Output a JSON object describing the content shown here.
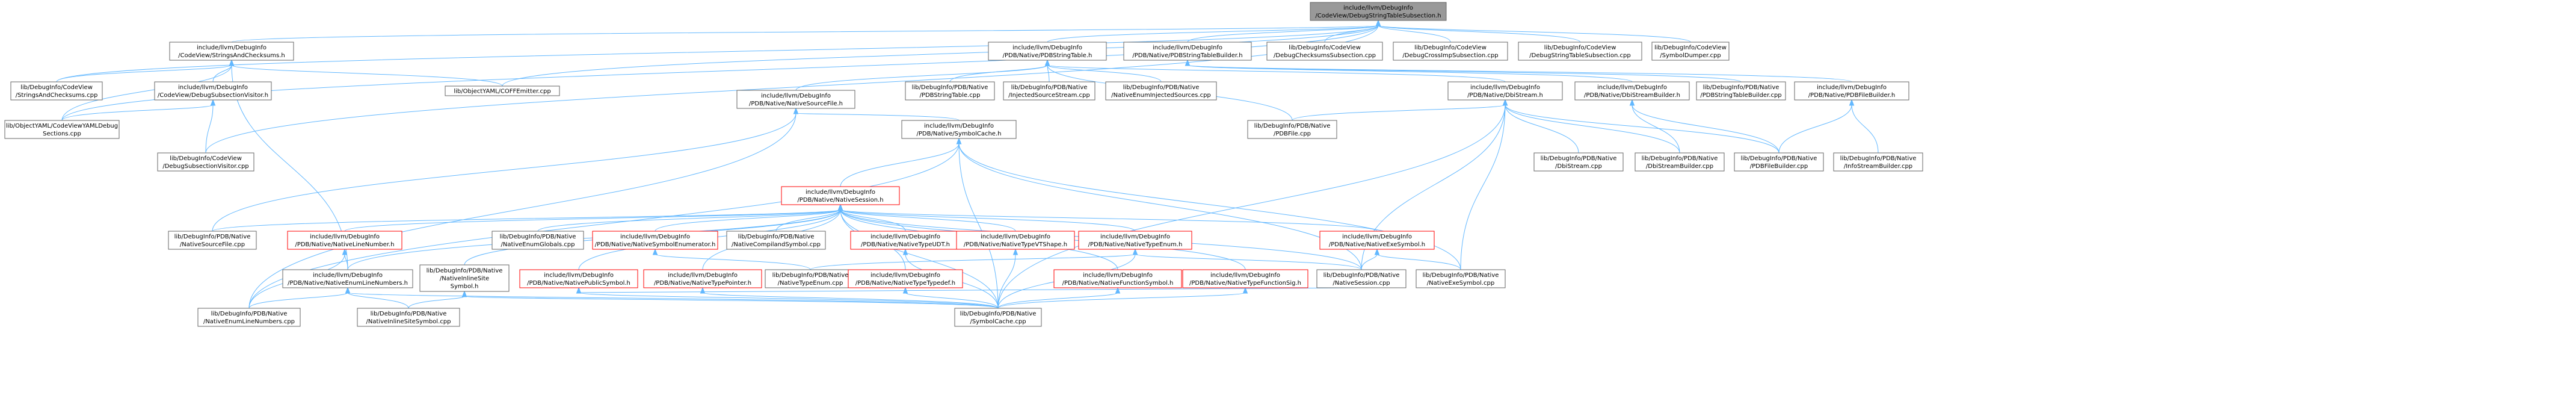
{
  "colors": {
    "edge": "#63b8ff",
    "node_border": "#666666",
    "root_fill": "#999999",
    "incomplete_border": "#ff0000"
  },
  "nodes": [
    {
      "id": "root",
      "lines": [
        "include/llvm/DebugInfo",
        "/CodeView/DebugStringTableSubsection.h"
      ],
      "style": "grey"
    },
    {
      "id": "cv_strs",
      "lines": [
        "include/llvm/DebugInfo",
        "/CodeView/StringsAndChecksums.h"
      ],
      "style": "white"
    },
    {
      "id": "pdb_strtab",
      "lines": [
        "include/llvm/DebugInfo",
        "/PDB/Native/PDBStringTable.h"
      ],
      "style": "white"
    },
    {
      "id": "pdb_strtabb",
      "lines": [
        "include/llvm/DebugInfo",
        "/PDB/Native/PDBStringTableBuilder.h"
      ],
      "style": "white"
    },
    {
      "id": "cv_dcs",
      "lines": [
        "lib/DebugInfo/CodeView",
        "/DebugChecksumsSubsection.cpp"
      ],
      "style": "white"
    },
    {
      "id": "cv_dcis",
      "lines": [
        "lib/DebugInfo/CodeView",
        "/DebugCrossImpSubsection.cpp"
      ],
      "style": "white"
    },
    {
      "id": "cv_dsts",
      "lines": [
        "lib/DebugInfo/CodeView",
        "/DebugStringTableSubsection.cpp"
      ],
      "style": "white"
    },
    {
      "id": "cv_symd",
      "lines": [
        "lib/DebugInfo/CodeView",
        "/SymbolDumper.cpp"
      ],
      "style": "white"
    },
    {
      "id": "cv_strs_cpp",
      "lines": [
        "lib/DebugInfo/CodeView",
        "/StringsAndChecksums.cpp"
      ],
      "style": "white"
    },
    {
      "id": "cv_dsv",
      "lines": [
        "include/llvm/DebugInfo",
        "/CodeView/DebugSubsectionVisitor.h"
      ],
      "style": "white"
    },
    {
      "id": "coff_emit",
      "lines": [
        "lib/ObjectYAML/COFFEmitter.cpp"
      ],
      "style": "white"
    },
    {
      "id": "nsf_h",
      "lines": [
        "include/llvm/DebugInfo",
        "/PDB/Native/NativeSourceFile.h"
      ],
      "style": "white"
    },
    {
      "id": "pdbstrtab_cpp",
      "lines": [
        "lib/DebugInfo/PDB/Native",
        "/PDBStringTable.cpp"
      ],
      "style": "white"
    },
    {
      "id": "injsrc_cpp",
      "lines": [
        "lib/DebugInfo/PDB/Native",
        "/InjectedSourceStream.cpp"
      ],
      "style": "white"
    },
    {
      "id": "nenuminj_cpp",
      "lines": [
        "lib/DebugInfo/PDB/Native",
        "/NativeEnumInjectedSources.cpp"
      ],
      "style": "white"
    },
    {
      "id": "dbistream_h",
      "lines": [
        "include/llvm/DebugInfo",
        "/PDB/Native/DbiStream.h"
      ],
      "style": "white"
    },
    {
      "id": "dbisb_h",
      "lines": [
        "include/llvm/DebugInfo",
        "/PDB/Native/DbiStreamBuilder.h"
      ],
      "style": "white"
    },
    {
      "id": "pdbstrtabb_cpp",
      "lines": [
        "lib/DebugInfo/PDB/Native",
        "/PDBStringTableBuilder.cpp"
      ],
      "style": "white"
    },
    {
      "id": "pdbfileb_h",
      "lines": [
        "include/llvm/DebugInfo",
        "/PDB/Native/PDBFileBuilder.h"
      ],
      "style": "white"
    },
    {
      "id": "cocv_yaml",
      "lines": [
        "lib/ObjectYAML/CodeViewYAMLDebug",
        "Sections.cpp"
      ],
      "style": "white"
    },
    {
      "id": "dsv_cpp",
      "lines": [
        "lib/DebugInfo/CodeView",
        "/DebugSubsectionVisitor.cpp"
      ],
      "style": "white"
    },
    {
      "id": "symcache_h",
      "lines": [
        "include/llvm/DebugInfo",
        "/PDB/Native/SymbolCache.h"
      ],
      "style": "white"
    },
    {
      "id": "pdbfile_cpp",
      "lines": [
        "lib/DebugInfo/PDB/Native",
        "/PDBFile.cpp"
      ],
      "style": "white"
    },
    {
      "id": "dbistream_cpp",
      "lines": [
        "lib/DebugInfo/PDB/Native",
        "/DbiStream.cpp"
      ],
      "style": "white"
    },
    {
      "id": "dbisb_cpp",
      "lines": [
        "lib/DebugInfo/PDB/Native",
        "/DbiStreamBuilder.cpp"
      ],
      "style": "white"
    },
    {
      "id": "pdbfileb_cpp",
      "lines": [
        "lib/DebugInfo/PDB/Native",
        "/PDBFileBuilder.cpp"
      ],
      "style": "white"
    },
    {
      "id": "infosb_cpp",
      "lines": [
        "lib/DebugInfo/PDB/Native",
        "/InfoStreamBuilder.cpp"
      ],
      "style": "white"
    },
    {
      "id": "nsession_h",
      "lines": [
        "include/llvm/DebugInfo",
        "/PDB/Native/NativeSession.h"
      ],
      "style": "red"
    },
    {
      "id": "nsf_cpp",
      "lines": [
        "lib/DebugInfo/PDB/Native",
        "/NativeSourceFile.cpp"
      ],
      "style": "white"
    },
    {
      "id": "nlinenum_h",
      "lines": [
        "include/llvm/DebugInfo",
        "/PDB/Native/NativeLineNumber.h"
      ],
      "style": "red"
    },
    {
      "id": "nenumglob_cpp",
      "lines": [
        "lib/DebugInfo/PDB/Native",
        "/NativeEnumGlobals.cpp"
      ],
      "style": "white"
    },
    {
      "id": "nsymenum_h",
      "lines": [
        "include/llvm/DebugInfo",
        "/PDB/Native/NativeSymbolEnumerator.h"
      ],
      "style": "red"
    },
    {
      "id": "ncompsym_cpp",
      "lines": [
        "lib/DebugInfo/PDB/Native",
        "/NativeCompilandSymbol.cpp"
      ],
      "style": "white"
    },
    {
      "id": "ntypeudt_h",
      "lines": [
        "include/llvm/DebugInfo",
        "/PDB/Native/NativeTypeUDT.h"
      ],
      "style": "red"
    },
    {
      "id": "ntypevt_h",
      "lines": [
        "include/llvm/DebugInfo",
        "/PDB/Native/NativeTypeVTShape.h"
      ],
      "style": "red"
    },
    {
      "id": "ntypeenum_h",
      "lines": [
        "include/llvm/DebugInfo",
        "/PDB/Native/NativeTypeEnum.h"
      ],
      "style": "red"
    },
    {
      "id": "nexesym_h",
      "lines": [
        "include/llvm/DebugInfo",
        "/PDB/Native/NativeExeSymbol.h"
      ],
      "style": "red"
    },
    {
      "id": "nenumline_h",
      "lines": [
        "include/llvm/DebugInfo",
        "/PDB/Native/NativeEnumLineNumbers.h"
      ],
      "style": "white"
    },
    {
      "id": "ninline_cpp",
      "lines": [
        "lib/DebugInfo/PDB/Native",
        "/NativeInlineSite",
        "Symbol.h"
      ],
      "style": "white"
    },
    {
      "id": "npubsym_h",
      "lines": [
        "include/llvm/DebugInfo",
        "/PDB/Native/NativePublicSymbol.h"
      ],
      "style": "red"
    },
    {
      "id": "ntypeptr_h",
      "lines": [
        "include/llvm/DebugInfo",
        "/PDB/Native/NativeTypePointer.h"
      ],
      "style": "red"
    },
    {
      "id": "ntypeenum_cpp",
      "lines": [
        "lib/DebugInfo/PDB/Native",
        "/NativeTypeEnum.cpp"
      ],
      "style": "white"
    },
    {
      "id": "ntypetd_h",
      "lines": [
        "include/llvm/DebugInfo",
        "/PDB/Native/NativeTypeTypedef.h"
      ],
      "style": "red"
    },
    {
      "id": "nfuncsym_h",
      "lines": [
        "include/llvm/DebugInfo",
        "/PDB/Native/NativeFunctionSymbol.h"
      ],
      "style": "red"
    },
    {
      "id": "ntypefs_h",
      "lines": [
        "include/llvm/DebugInfo",
        "/PDB/Native/NativeTypeFunctionSig.h"
      ],
      "style": "red"
    },
    {
      "id": "nsession_cpp",
      "lines": [
        "lib/DebugInfo/PDB/Native",
        "/NativeSession.cpp"
      ],
      "style": "white"
    },
    {
      "id": "nexesym_cpp",
      "lines": [
        "lib/DebugInfo/PDB/Native",
        "/NativeExeSymbol.cpp"
      ],
      "style": "white"
    },
    {
      "id": "nenumline_cpp",
      "lines": [
        "lib/DebugInfo/PDB/Native",
        "/NativeEnumLineNumbers.cpp"
      ],
      "style": "white"
    },
    {
      "id": "ninlinesym_cpp",
      "lines": [
        "lib/DebugInfo/PDB/Native",
        "/NativeInlineSiteSymbol.cpp"
      ],
      "style": "white"
    },
    {
      "id": "symcache_cpp",
      "lines": [
        "lib/DebugInfo/PDB/Native",
        "/SymbolCache.cpp"
      ],
      "style": "white"
    }
  ],
  "edges": [
    [
      "cv_strs",
      "root"
    ],
    [
      "pdb_strtab",
      "root"
    ],
    [
      "pdb_strtabb",
      "root"
    ],
    [
      "cv_dcs",
      "root"
    ],
    [
      "cv_dcis",
      "root"
    ],
    [
      "cv_dsts",
      "root"
    ],
    [
      "cv_symd",
      "root"
    ],
    [
      "coff_emit",
      "root"
    ],
    [
      "cocv_yaml",
      "root"
    ],
    [
      "dsv_cpp",
      "root"
    ],
    [
      "cv_strs_cpp",
      "root"
    ],
    [
      "cv_strs_cpp",
      "cv_strs"
    ],
    [
      "cv_dsv",
      "cv_strs"
    ],
    [
      "coff_emit",
      "cv_strs"
    ],
    [
      "cocv_yaml",
      "cv_strs"
    ],
    [
      "nenumline_h",
      "cv_strs"
    ],
    [
      "nsf_h",
      "pdb_strtab"
    ],
    [
      "pdbstrtab_cpp",
      "pdb_strtab"
    ],
    [
      "injsrc_cpp",
      "pdb_strtab"
    ],
    [
      "nenuminj_cpp",
      "pdb_strtab"
    ],
    [
      "dbistream_h",
      "pdb_strtab"
    ],
    [
      "pdbfile_cpp",
      "pdb_strtab"
    ],
    [
      "dbisb_h",
      "pdb_strtabb"
    ],
    [
      "pdbstrtabb_cpp",
      "pdb_strtabb"
    ],
    [
      "pdbfileb_h",
      "pdb_strtabb"
    ],
    [
      "dsv_cpp",
      "cv_dsv"
    ],
    [
      "cocv_yaml",
      "cv_dsv"
    ],
    [
      "symcache_h",
      "nsf_h"
    ],
    [
      "nsf_cpp",
      "nsf_h"
    ],
    [
      "nenumline_cpp",
      "nsf_h"
    ],
    [
      "pdbfile_cpp",
      "dbistream_h"
    ],
    [
      "dbistream_cpp",
      "dbistream_h"
    ],
    [
      "dbisb_cpp",
      "dbistream_h"
    ],
    [
      "pdbfileb_cpp",
      "dbistream_h"
    ],
    [
      "nsession_cpp",
      "dbistream_h"
    ],
    [
      "nexesym_cpp",
      "dbistream_h"
    ],
    [
      "symcache_cpp",
      "dbistream_h"
    ],
    [
      "dbisb_cpp",
      "dbisb_h"
    ],
    [
      "pdbfileb_cpp",
      "dbisb_h"
    ],
    [
      "pdbfileb_cpp",
      "pdbfileb_h"
    ],
    [
      "infosb_cpp",
      "pdbfileb_h"
    ],
    [
      "nsession_h",
      "symcache_h"
    ],
    [
      "nsession_cpp",
      "symcache_h"
    ],
    [
      "nexesym_cpp",
      "symcache_h"
    ],
    [
      "symcache_cpp",
      "symcache_h"
    ],
    [
      "nenumline_cpp",
      "symcache_h"
    ],
    [
      "nsf_cpp",
      "nsession_h"
    ],
    [
      "nlinenum_h",
      "nsession_h"
    ],
    [
      "nenumglob_cpp",
      "nsession_h"
    ],
    [
      "nsymenum_h",
      "nsession_h"
    ],
    [
      "ncompsym_cpp",
      "nsession_h"
    ],
    [
      "ntypeudt_h",
      "nsession_h"
    ],
    [
      "ntypevt_h",
      "nsession_h"
    ],
    [
      "ntypeenum_h",
      "nsession_h"
    ],
    [
      "nexesym_h",
      "nsession_h"
    ],
    [
      "nenumline_h",
      "nsession_h"
    ],
    [
      "ninline_cpp",
      "nsession_h"
    ],
    [
      "npubsym_h",
      "nsession_h"
    ],
    [
      "ntypeptr_h",
      "nsession_h"
    ],
    [
      "ntypetd_h",
      "nsession_h"
    ],
    [
      "nfuncsym_h",
      "nsession_h"
    ],
    [
      "ntypefs_h",
      "nsession_h"
    ],
    [
      "nsession_cpp",
      "nsession_h"
    ],
    [
      "symcache_cpp",
      "nsession_h"
    ],
    [
      "nenumline_h",
      "nlinenum_h"
    ],
    [
      "nenumline_cpp",
      "nlinenum_h"
    ],
    [
      "ntypeenum_cpp",
      "nsymenum_h"
    ],
    [
      "symcache_cpp",
      "ntypeudt_h"
    ],
    [
      "symcache_cpp",
      "ntypevt_h"
    ],
    [
      "ntypeenum_cpp",
      "ntypeenum_h"
    ],
    [
      "nsession_cpp",
      "ntypeenum_h"
    ],
    [
      "symcache_cpp",
      "ntypeenum_h"
    ],
    [
      "nsession_cpp",
      "nexesym_h"
    ],
    [
      "nexesym_cpp",
      "nexesym_h"
    ],
    [
      "nenumline_cpp",
      "nenumline_h"
    ],
    [
      "ninlinesym_cpp",
      "nenumline_h"
    ],
    [
      "symcache_cpp",
      "nenumline_h"
    ],
    [
      "ninlinesym_cpp",
      "ninline_cpp"
    ],
    [
      "symcache_cpp",
      "ninline_cpp"
    ],
    [
      "symcache_cpp",
      "npubsym_h"
    ],
    [
      "nsession_cpp",
      "npubsym_h"
    ],
    [
      "symcache_cpp",
      "ntypeptr_h"
    ],
    [
      "symcache_cpp",
      "ntypetd_h"
    ],
    [
      "symcache_cpp",
      "nfuncsym_h"
    ],
    [
      "symcache_cpp",
      "ntypefs_h"
    ]
  ]
}
